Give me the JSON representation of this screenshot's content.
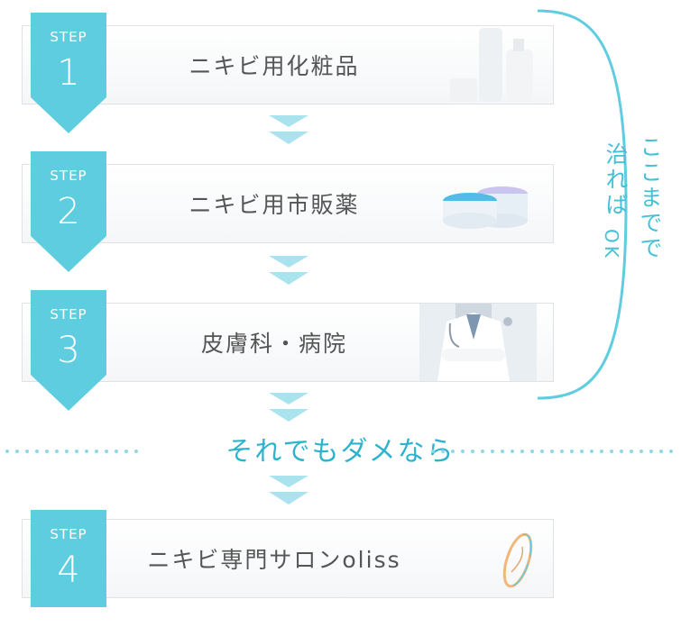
{
  "steps": [
    {
      "label": "STEP",
      "number": "1",
      "title": "ニキビ用化粧品",
      "image": "cosmetic-bottles"
    },
    {
      "label": "STEP",
      "number": "2",
      "title": "ニキビ用市販薬",
      "image": "ointment-jars"
    },
    {
      "label": "STEP",
      "number": "3",
      "title": "皮膚科・病院",
      "image": "doctor"
    },
    {
      "label": "STEP",
      "number": "4",
      "title": "ニキビ専門サロンoliss",
      "image": "oliss-logo"
    }
  ],
  "side_note": {
    "line1": "ここまでで",
    "line2": "治れば",
    "line3": "OK"
  },
  "divider": {
    "text": "それでもダメなら"
  },
  "colors": {
    "accent": "#5fcde0",
    "accent_dark": "#2eb3cc",
    "text": "#555555",
    "chevron": "#a9e3ee"
  }
}
